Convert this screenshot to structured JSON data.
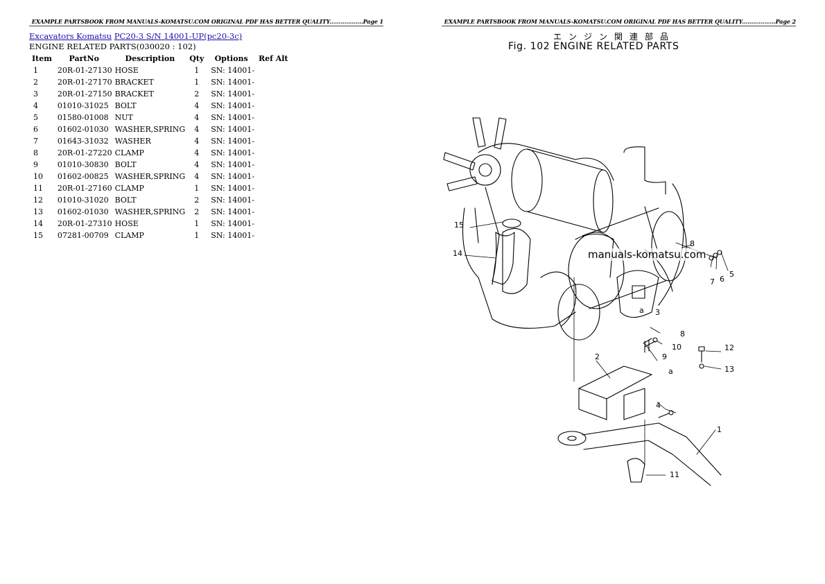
{
  "header": {
    "left": "EXAMPLE PARTSBOOK FROM MANUALS-KOMATSU.COM ORIGINAL PDF HAS BETTER QUALITY..................Page 1",
    "right": "EXAMPLE PARTSBOOK FROM MANUALS-KOMATSU.COM ORIGINAL PDF HAS BETTER QUALITY..................Page 2"
  },
  "breadcrumb": {
    "link1": "Excavators Komatsu",
    "link2": "PC20-3 S/N 14001-UP(pc20-3c)"
  },
  "subtitle": "ENGINE RELATED PARTS(030020 : 102)",
  "table": {
    "headers": [
      "Item",
      "PartNo",
      "Description",
      "Qty",
      "Options",
      "Ref Alt"
    ],
    "rows": [
      [
        "1",
        "20R-01-27130",
        "HOSE",
        "1",
        "SN: 14001-"
      ],
      [
        "2",
        "20R-01-27170",
        "BRACKET",
        "1",
        "SN: 14001-"
      ],
      [
        "3",
        "20R-01-27150",
        "BRACKET",
        "2",
        "SN: 14001-"
      ],
      [
        "4",
        "01010-31025",
        "BOLT",
        "4",
        "SN: 14001-"
      ],
      [
        "5",
        "01580-01008",
        "NUT",
        "4",
        "SN: 14001-"
      ],
      [
        "6",
        "01602-01030",
        "WASHER,SPRING",
        "4",
        "SN: 14001-"
      ],
      [
        "7",
        "01643-31032",
        "WASHER",
        "4",
        "SN: 14001-"
      ],
      [
        "8",
        "20R-01-27220",
        "CLAMP",
        "4",
        "SN: 14001-"
      ],
      [
        "9",
        "01010-30830",
        "BOLT",
        "4",
        "SN: 14001-"
      ],
      [
        "10",
        "01602-00825",
        "WASHER,SPRING",
        "4",
        "SN: 14001-"
      ],
      [
        "11",
        "20R-01-27160",
        "CLAMP",
        "1",
        "SN: 14001-"
      ],
      [
        "12",
        "01010-31020",
        "BOLT",
        "2",
        "SN: 14001-"
      ],
      [
        "13",
        "01602-01030",
        "WASHER,SPRING",
        "2",
        "SN: 14001-"
      ],
      [
        "14",
        "20R-01-27310",
        "HOSE",
        "1",
        "SN: 14001-"
      ],
      [
        "15",
        "07281-00709",
        "CLAMP",
        "1",
        "SN: 14001-"
      ]
    ]
  },
  "figure": {
    "japanese_title": "エンジン関連部品",
    "title": "Fig. 102 ENGINE RELATED PARTS",
    "watermark": "manuals-komatsu.com",
    "callouts": {
      "c1": "1",
      "c2": "2",
      "c3": "3",
      "c4": "4",
      "c5": "5",
      "c6": "6",
      "c7": "7",
      "c8a": "8",
      "c8b": "8",
      "c9": "9",
      "c10": "10",
      "c11": "11",
      "c12": "12",
      "c13": "13",
      "c14": "14",
      "c15": "15",
      "ca1": "a",
      "ca2": "a"
    }
  }
}
